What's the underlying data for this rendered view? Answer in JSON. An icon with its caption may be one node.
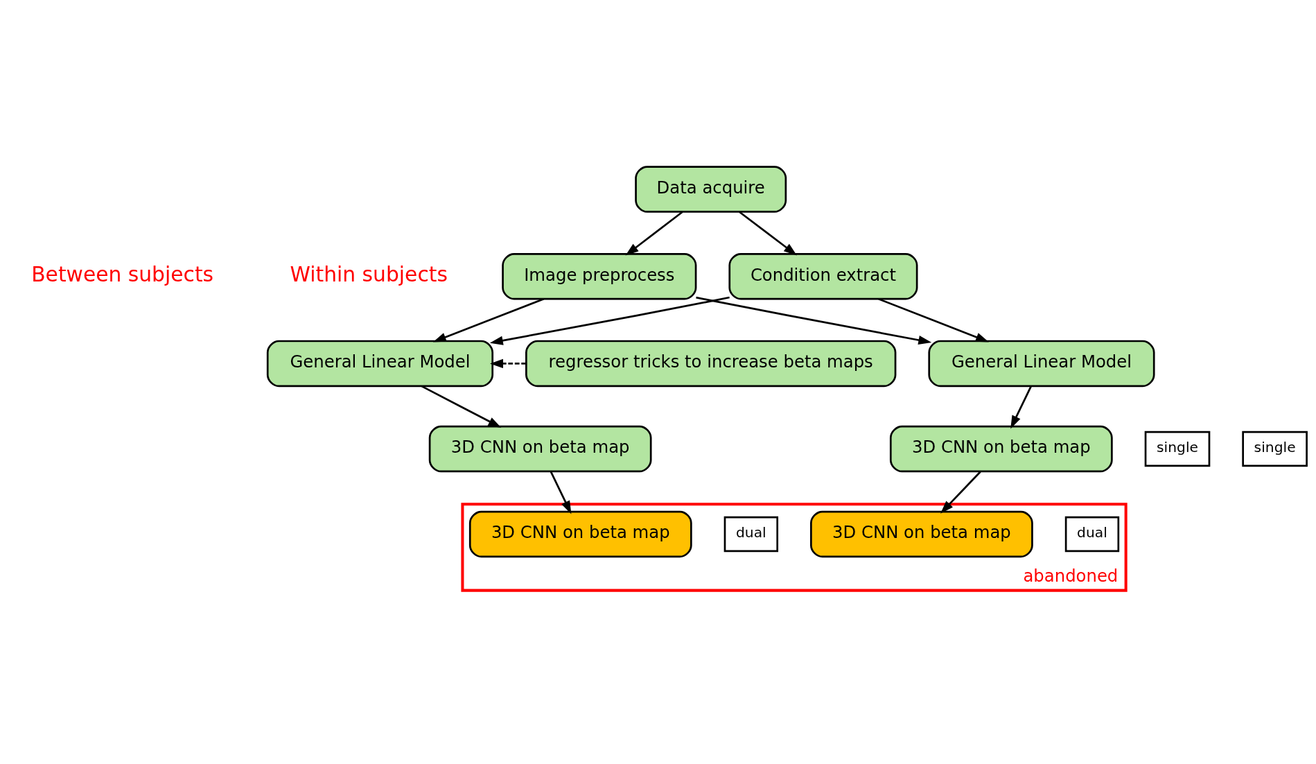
{
  "diagram": {
    "nodes": [
      {
        "text": [
          "Data acquire"
        ]
      },
      {
        "text": [
          "Image preprocess"
        ]
      },
      {
        "text": [
          "Condition extract"
        ]
      },
      {
        "text": [
          "General Linear Model"
        ]
      },
      {
        "text": [
          "General Linear Model"
        ]
      },
      {
        "text": [
          "regressor tricks to increase beta maps"
        ]
      },
      {
        "text": [
          "single"
        ]
      },
      {
        "text": [
          "3D CNN on beta map"
        ]
      },
      {
        "text": [
          "single"
        ]
      },
      {
        "text": [
          "3D CNN on beta map"
        ]
      },
      {
        "text": [
          "abandoned"
        ]
      },
      {
        "text": [
          "dual"
        ],
        "in": 10
      },
      {
        "text": [
          "3D CNN on beta map"
        ],
        "in": 10
      },
      {
        "text": [
          "dual"
        ],
        "in": 10
      },
      {
        "text": [
          "3D CNN on beta map"
        ],
        "in": 10
      }
    ],
    "edges": [
      {
        "from": 0,
        "to": 1,
        "arrow": "to"
      },
      {
        "from": 0,
        "to": 2,
        "arrow": "to"
      },
      {
        "from": 1,
        "to": 3,
        "arrow": "to"
      },
      {
        "from": 1,
        "to": 4,
        "arrow": "to"
      },
      {
        "from": 2,
        "to": 3,
        "arrow": "to"
      },
      {
        "from": 2,
        "to": 4,
        "arrow": "to"
      },
      {
        "from": 5,
        "to": 4,
        "arrow": "to",
        "style": "dashed"
      },
      {
        "from": 3,
        "to": 7,
        "arrow": "to"
      },
      {
        "from": 4,
        "to": 9,
        "arrow": "to"
      },
      {
        "from": 7,
        "to": 12,
        "arrow": "to"
      },
      {
        "from": 9,
        "to": 14,
        "arrow": "to"
      }
    ],
    "labels": [
      "Between subjects",
      "Within subjects"
    ]
  }
}
